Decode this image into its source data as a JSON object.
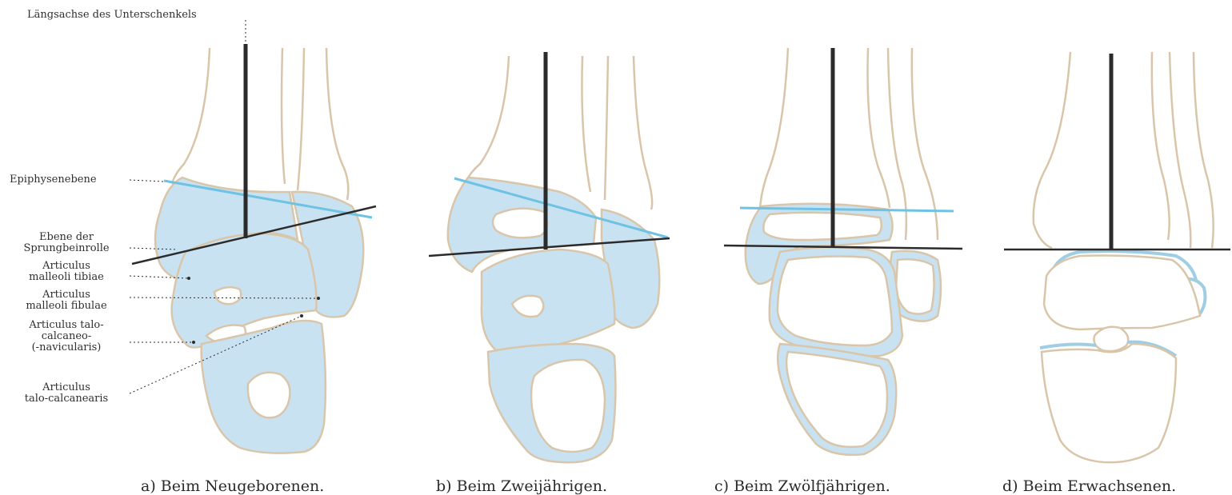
{
  "labels": {
    "long_axis": "Längsachse des Unterschenkels",
    "epiphysis_plane": "Epiphysenebene",
    "trochlea_plane": [
      "Ebene der",
      "Sprungbeinrolle"
    ],
    "art_malleoli_tibiae": [
      "Articulus",
      "malleoli tibiae"
    ],
    "art_malleoli_fibulae": [
      "Articulus",
      "malleoli fibulae"
    ],
    "art_talocalcaneonavicularis": [
      "Articulus talo-",
      "calcaneo-",
      "(-navicularis)"
    ],
    "art_talocalcanearis": [
      "Articulus",
      "talo-calcanearis"
    ]
  },
  "captions": {
    "a": "a) Beim Neugeborenen.",
    "b": "b) Beim Zweijährigen.",
    "c": "c) Beim Zwölfjährigen.",
    "d": "d) Beim Erwachsenen."
  },
  "colors": {
    "bone_outline": "#d9c6aa",
    "cartilage_fill": "#c9e2f1",
    "epiphysis_line": "#6ec2e3",
    "axis_line": "#2b2b2b"
  }
}
